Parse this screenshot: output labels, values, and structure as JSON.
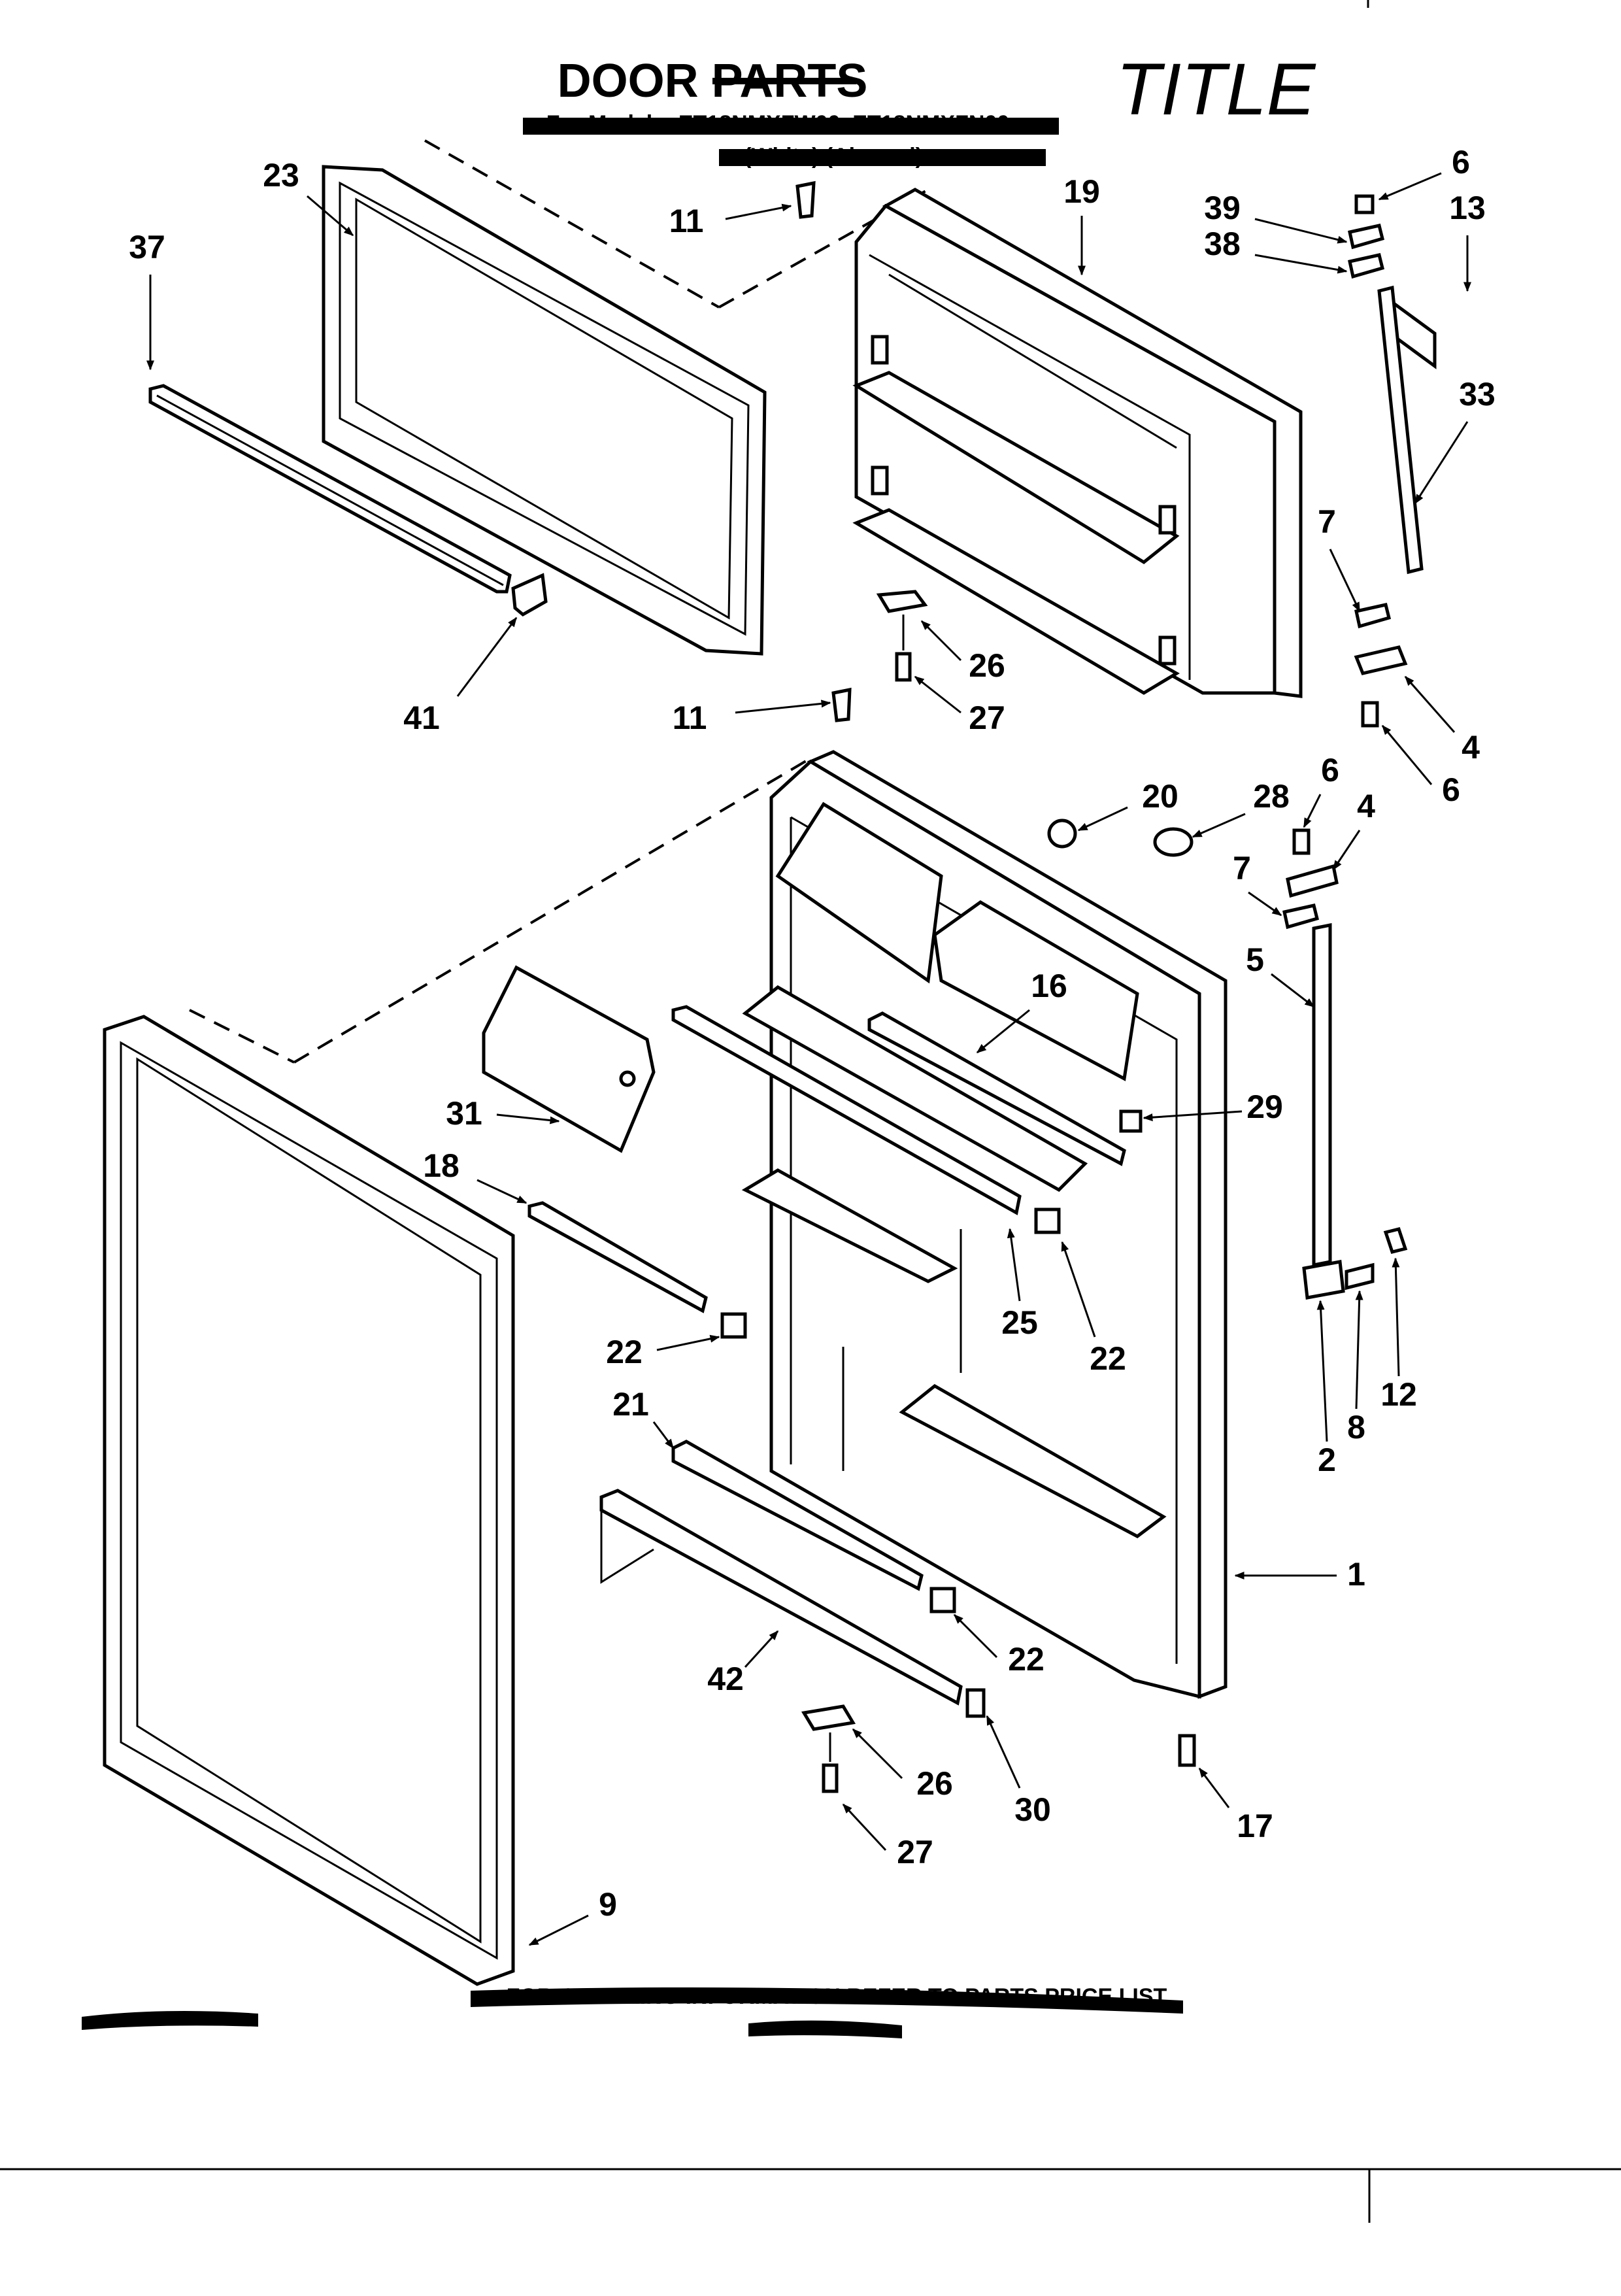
{
  "title": "DOOR PARTS",
  "handwritten_note": "TITLE",
  "redacted_model_line": "For Models: ET18NMXFW00, ET18NMXFN00",
  "redacted_color_line": "(White)          (Almond)",
  "redacted_footer": "FOR ORDERING INFORMATION REFER TO PARTS PRICE LIST",
  "callouts": {
    "p1": "1",
    "p2": "2",
    "p4a": "4",
    "p4b": "4",
    "p5": "5",
    "p6a": "6",
    "p6b": "6",
    "p6c": "6",
    "p7a": "7",
    "p7b": "7",
    "p8": "8",
    "p9": "9",
    "p11a": "11",
    "p11b": "11",
    "p12": "12",
    "p13": "13",
    "p16": "16",
    "p17": "17",
    "p18": "18",
    "p19": "19",
    "p20": "20",
    "p21": "21",
    "p22a": "22",
    "p22b": "22",
    "p22c": "22",
    "p23": "23",
    "p25": "25",
    "p26a": "26",
    "p26b": "26",
    "p27a": "27",
    "p27b": "27",
    "p28": "28",
    "p29": "29",
    "p30": "30",
    "p31": "31",
    "p33": "33",
    "p37": "37",
    "p38": "38",
    "p39": "39",
    "p41": "41",
    "p42": "42"
  }
}
